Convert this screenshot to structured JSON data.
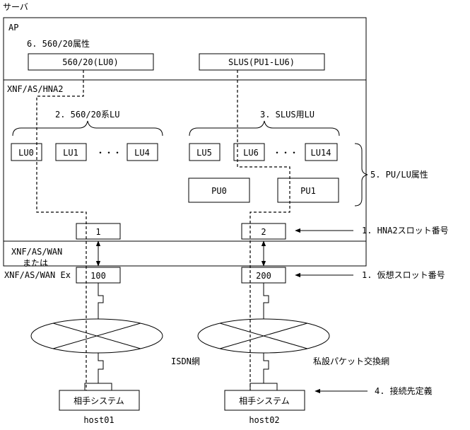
{
  "server_label": "サーバ",
  "ap": {
    "label": "AP",
    "attr_title": "6. 560/20属性",
    "box_left": "560/20(LU0)",
    "box_right": "SLUS(PU1-LU6)"
  },
  "hna2": {
    "label": "XNF/AS/HNA2",
    "group_left_title": "2. 560/20系LU",
    "group_right_title": "3. SLUS用LU",
    "lu_left": [
      "LU0",
      "LU1",
      "LU4"
    ],
    "lu_right": [
      "LU5",
      "LU6",
      "LU14"
    ],
    "ellipsis": "・・・",
    "pu": [
      "PU0",
      "PU1"
    ],
    "slot_left": "1",
    "slot_right": "2"
  },
  "wan": {
    "label_line1": "XNF/AS/WAN",
    "label_line2": "または",
    "label_line3": "XNF/AS/WAN Ex",
    "slot_left": "100",
    "slot_right": "200"
  },
  "annotations": {
    "pu_lu_attr": "5. PU/LU属性",
    "hna2_slot": "1. HNA2スロット番号",
    "virtual_slot": "1. 仮想スロット番号",
    "dest_def": "4. 接続先定義"
  },
  "networks": {
    "left": "ISDN網",
    "right": "私設パケット交換網"
  },
  "remote": {
    "box_label": "相手システム",
    "host_left": "host01",
    "host_right": "host02"
  }
}
